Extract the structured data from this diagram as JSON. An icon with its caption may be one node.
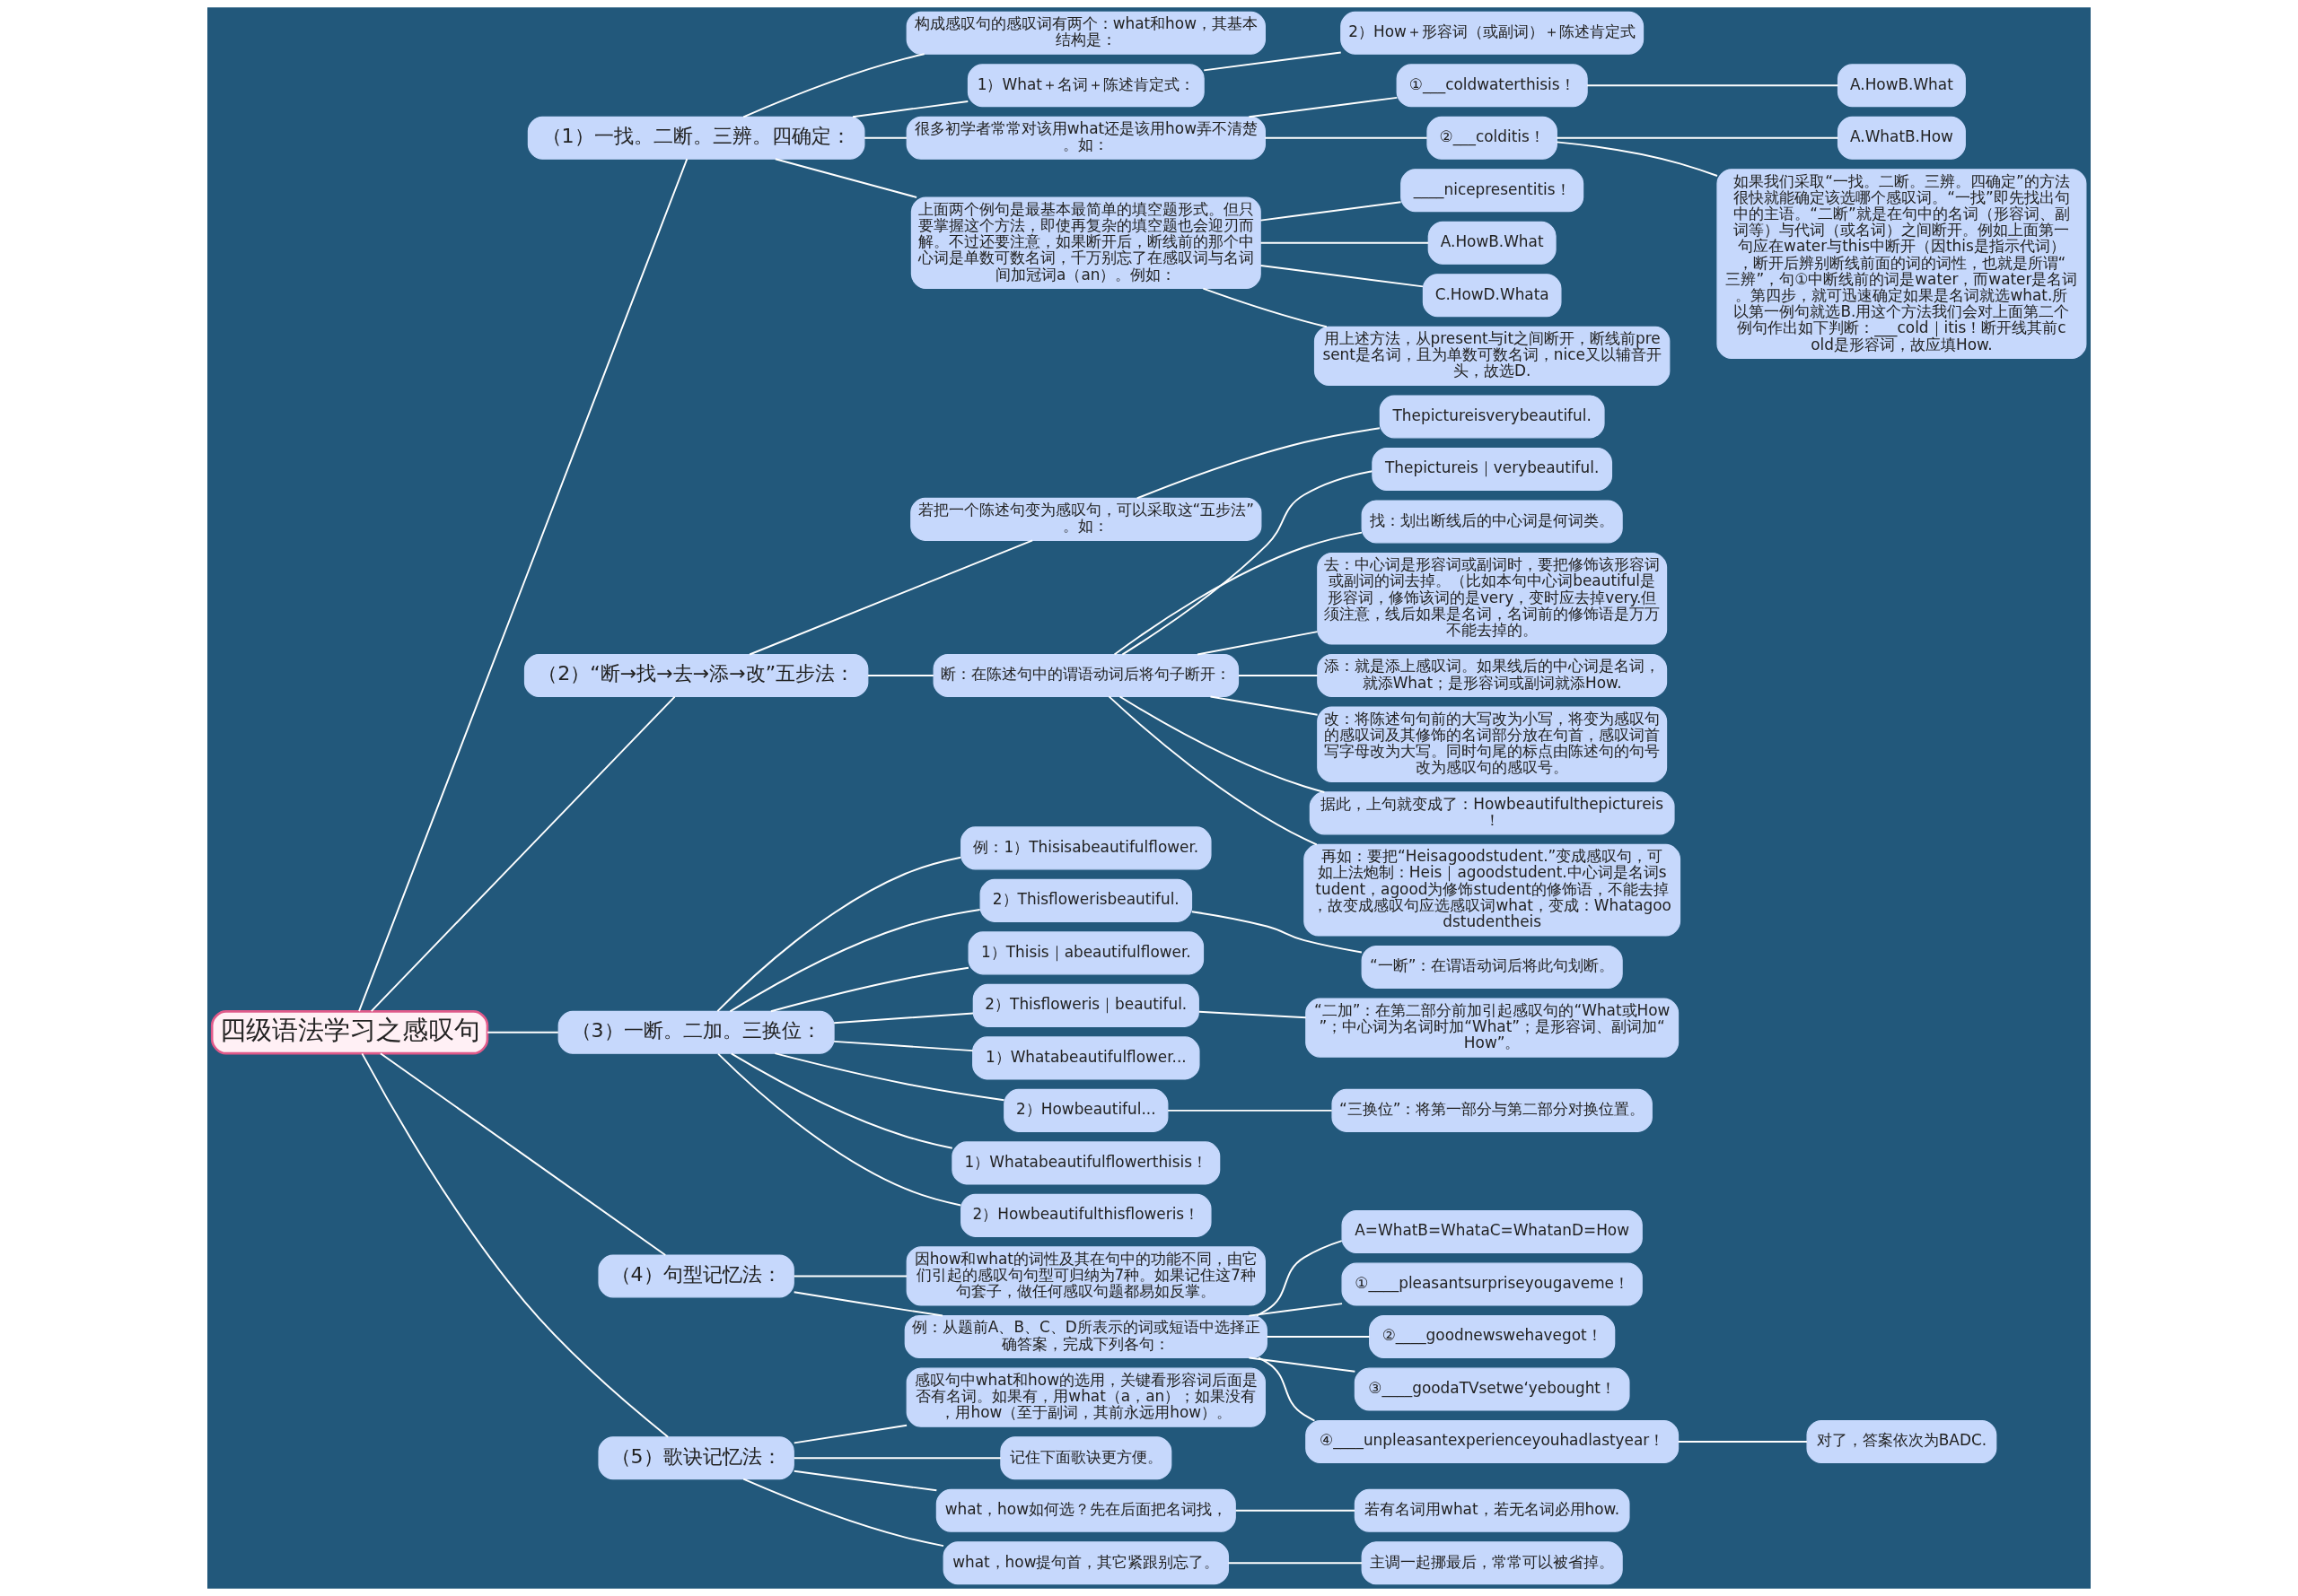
{
  "diagram": {
    "nodes": [
      {
        "text": [
          "四级语法学习之感叹句"
        ]
      },
      {
        "text": [
          "（1）一找。二断。三辨。四确定："
        ]
      },
      {
        "text": [
          "构成感叹句的感叹词有两个：what和how，其基本结构是："
        ]
      },
      {
        "text": [
          "1）What＋名词＋陈述肯定式："
        ]
      },
      {
        "text": [
          "2）How＋形容词（或副词）＋陈述肯定式"
        ]
      },
      {
        "text": [
          "很多初学者常常对该用what还是该用how弄不清楚。如："
        ]
      },
      {
        "text": [
          "①___coldwaterthisis！"
        ]
      },
      {
        "text": [
          "A.HowB.What"
        ]
      },
      {
        "text": [
          "②___colditis！"
        ]
      },
      {
        "text": [
          "A.WhatB.How"
        ]
      },
      {
        "text": [
          "如果我们采取“一找。二断。三辨。四确定”的方法很快就能确定该选哪个感叹词。“一找”即先找出句中的主语。“二断”就是在句中的名词（形容词、副词等）与代词（或名词）之间断开。例如上面第一句应在water与this中断开（因this是指示代词），断开后辨别断线前面的词的词性，也就是所谓“三辨”，句①中断线前的词是water，而water是名词。第四步，就可迅速确定如果是名词就选what.所以第一例句就选B.用这个方法我们会对上面第二个例句作出如下判断：___cold｜itis！断开线其前cold是形容词，故应填How."
        ]
      },
      {
        "text": [
          "上面两个例句是最基本最简单的填空题形式。但只要掌握这个方法，即使再复杂的填空题也会迎刃而解。不过还要注意，如果断开后，断线前的那个中心词是单数可数名词，千万别忘了在感叹词与名词间加冠词a（an）。例如："
        ]
      },
      {
        "text": [
          "____nicepresentitis！"
        ]
      },
      {
        "text": [
          "A.HowB.What"
        ]
      },
      {
        "text": [
          "C.HowD.Whata"
        ]
      },
      {
        "text": [
          "用上述方法，从present与it之间断开，断线前present是名词，且为单数可数名词，nice又以辅音开头，故选D."
        ]
      },
      {
        "text": [
          "（2）“断→找→去→添→改”五步法："
        ]
      },
      {
        "text": [
          "若把一个陈述句变为感叹句，可以采取这“五步法”。如："
        ]
      },
      {
        "text": [
          "Thepictureisverybeautiful."
        ]
      },
      {
        "text": [
          "断：在陈述句中的谓语动词后将句子断开："
        ]
      },
      {
        "text": [
          "Thepictureis｜verybeautiful."
        ]
      },
      {
        "text": [
          "找：划出断线后的中心词是何词类。"
        ]
      },
      {
        "text": [
          "去：中心词是形容词或副词时，要把修饰该形容词或副词的词去掉。（比如本句中心词beautiful是形容词，修饰该词的是very，变时应去掉very.但须注意，线后如果是名词，名词前的修饰语是万万不能去掉的。"
        ]
      },
      {
        "text": [
          "添：就是添上感叹词。如果线后的中心词是名词，就添What；是形容词或副词就添How."
        ]
      },
      {
        "text": [
          "改：将陈述句句前的大写改为小写，将变为感叹句的感叹词及其修饰的名词部分放在句首，感叹词首写字母改为大写。同时句尾的标点由陈述句的句号改为感叹句的感叹号。"
        ]
      },
      {
        "text": [
          "据此，上句就变成了：Howbeautifulthepictureis！"
        ]
      },
      {
        "text": [
          "再如：要把“Heisagoodstudent.”变成感叹句，可如上法炮制：Heis｜agoodstudent.中心词是名词student，agood为修饰student的修饰语，不能去掉，故变成感叹句应选感叹词what，变成：Whatagoodstudentheis"
        ]
      },
      {
        "text": [
          "（3）一断。二加。三换位："
        ]
      },
      {
        "text": [
          "例：1）Thisisabeautifulflower."
        ]
      },
      {
        "text": [
          "2）Thisflowerisbeautiful."
        ]
      },
      {
        "text": [
          "“一断”：在谓语动词后将此句划断。"
        ]
      },
      {
        "text": [
          "1）Thisis｜abeautifulflower."
        ]
      },
      {
        "text": [
          "2）Thisfloweris｜beautiful."
        ]
      },
      {
        "text": [
          "“二加”：在第二部分前加引起感叹句的“What或How”；中心词为名词时加“What”；是形容词、副词加“How”。"
        ]
      },
      {
        "text": [
          "1）Whatabeautifulflower..."
        ]
      },
      {
        "text": [
          "2）Howbeautiful..."
        ]
      },
      {
        "text": [
          "“三换位”：将第一部分与第二部分对换位置。"
        ]
      },
      {
        "text": [
          "1）Whatabeautifulflowerthisis！"
        ]
      },
      {
        "text": [
          "2）Howbeautifulthisfloweris！"
        ]
      },
      {
        "text": [
          "（4）句型记忆法："
        ]
      },
      {
        "text": [
          "因how和what的词性及其在句中的功能不同，由它们引起的感叹句句型可归纳为7种。如果记住这7种句套子，做任何感叹句题都易如反掌。"
        ]
      },
      {
        "text": [
          "例：从题前A、B、C、D所表示的词或短语中选择正确答案，完成下列各句："
        ]
      },
      {
        "text": [
          "A=WhatB=WhataC=WhatanD=How"
        ]
      },
      {
        "text": [
          "①____pleasantsurpriseyougaveme！"
        ]
      },
      {
        "text": [
          "②____goodnewswehavegot！"
        ]
      },
      {
        "text": [
          "③____goodaTVsetwe‘yebought！"
        ]
      },
      {
        "text": [
          "④____unpleasantexperienceyouhadlastyear！"
        ]
      },
      {
        "text": [
          "对了，答案依次为BADC."
        ]
      },
      {
        "text": [
          "（5）歌诀记忆法："
        ]
      },
      {
        "text": [
          "感叹句中what和how的选用，关键看形容词后面是否有名词。如果有，用what（a，an）；如果没有，用how（至于副词，其前永远用how）。"
        ]
      },
      {
        "text": [
          "记住下面歌诀更方便。"
        ]
      },
      {
        "text": [
          "what，how如何选？先在后面把名词找，"
        ]
      },
      {
        "text": [
          "若有名词用what，若无名词必用how."
        ]
      },
      {
        "text": [
          "what，how提句首，其它紧跟别忘了。"
        ]
      },
      {
        "text": [
          "主调一起挪最后，常常可以被省掉。"
        ]
      }
    ],
    "edges": [
      {
        "from": 0,
        "to": 1,
        "arrow": "none"
      },
      {
        "from": 1,
        "to": 2,
        "arrow": "none"
      },
      {
        "from": 1,
        "to": 3,
        "arrow": "none"
      },
      {
        "from": 3,
        "to": 4,
        "arrow": "none"
      },
      {
        "from": 1,
        "to": 5,
        "arrow": "none"
      },
      {
        "from": 5,
        "to": 6,
        "arrow": "none"
      },
      {
        "from": 6,
        "to": 7,
        "arrow": "none"
      },
      {
        "from": 5,
        "to": 8,
        "arrow": "none"
      },
      {
        "from": 8,
        "to": 9,
        "arrow": "none"
      },
      {
        "from": 8,
        "to": 10,
        "arrow": "none"
      },
      {
        "from": 1,
        "to": 11,
        "arrow": "none"
      },
      {
        "from": 11,
        "to": 12,
        "arrow": "none"
      },
      {
        "from": 11,
        "to": 13,
        "arrow": "none"
      },
      {
        "from": 11,
        "to": 14,
        "arrow": "none"
      },
      {
        "from": 11,
        "to": 15,
        "arrow": "none"
      },
      {
        "from": 0,
        "to": 16,
        "arrow": "none"
      },
      {
        "from": 16,
        "to": 17,
        "arrow": "none"
      },
      {
        "from": 17,
        "to": 18,
        "arrow": "none"
      },
      {
        "from": 16,
        "to": 19,
        "arrow": "none"
      },
      {
        "from": 19,
        "to": 20,
        "arrow": "none"
      },
      {
        "from": 19,
        "to": 21,
        "arrow": "none"
      },
      {
        "from": 19,
        "to": 22,
        "arrow": "none"
      },
      {
        "from": 19,
        "to": 23,
        "arrow": "none"
      },
      {
        "from": 19,
        "to": 24,
        "arrow": "none"
      },
      {
        "from": 19,
        "to": 25,
        "arrow": "none"
      },
      {
        "from": 19,
        "to": 26,
        "arrow": "none"
      },
      {
        "from": 0,
        "to": 27,
        "arrow": "none"
      },
      {
        "from": 27,
        "to": 28,
        "arrow": "none"
      },
      {
        "from": 27,
        "to": 29,
        "arrow": "none"
      },
      {
        "from": 29,
        "to": 30,
        "arrow": "none"
      },
      {
        "from": 27,
        "to": 31,
        "arrow": "none"
      },
      {
        "from": 27,
        "to": 32,
        "arrow": "none"
      },
      {
        "from": 32,
        "to": 33,
        "arrow": "none"
      },
      {
        "from": 27,
        "to": 34,
        "arrow": "none"
      },
      {
        "from": 27,
        "to": 35,
        "arrow": "none"
      },
      {
        "from": 35,
        "to": 36,
        "arrow": "none"
      },
      {
        "from": 27,
        "to": 37,
        "arrow": "none"
      },
      {
        "from": 27,
        "to": 38,
        "arrow": "none"
      },
      {
        "from": 0,
        "to": 39,
        "arrow": "none"
      },
      {
        "from": 39,
        "to": 40,
        "arrow": "none"
      },
      {
        "from": 39,
        "to": 41,
        "arrow": "none"
      },
      {
        "from": 41,
        "to": 42,
        "arrow": "none"
      },
      {
        "from": 41,
        "to": 43,
        "arrow": "none"
      },
      {
        "from": 41,
        "to": 44,
        "arrow": "none"
      },
      {
        "from": 41,
        "to": 45,
        "arrow": "none"
      },
      {
        "from": 41,
        "to": 46,
        "arrow": "none"
      },
      {
        "from": 46,
        "to": 47,
        "arrow": "none"
      },
      {
        "from": 0,
        "to": 48,
        "arrow": "none"
      },
      {
        "from": 48,
        "to": 49,
        "arrow": "none"
      },
      {
        "from": 48,
        "to": 50,
        "arrow": "none"
      },
      {
        "from": 48,
        "to": 51,
        "arrow": "none"
      },
      {
        "from": 51,
        "to": 52,
        "arrow": "none"
      },
      {
        "from": 48,
        "to": 53,
        "arrow": "none"
      },
      {
        "from": 53,
        "to": 54,
        "arrow": "none"
      }
    ]
  }
}
